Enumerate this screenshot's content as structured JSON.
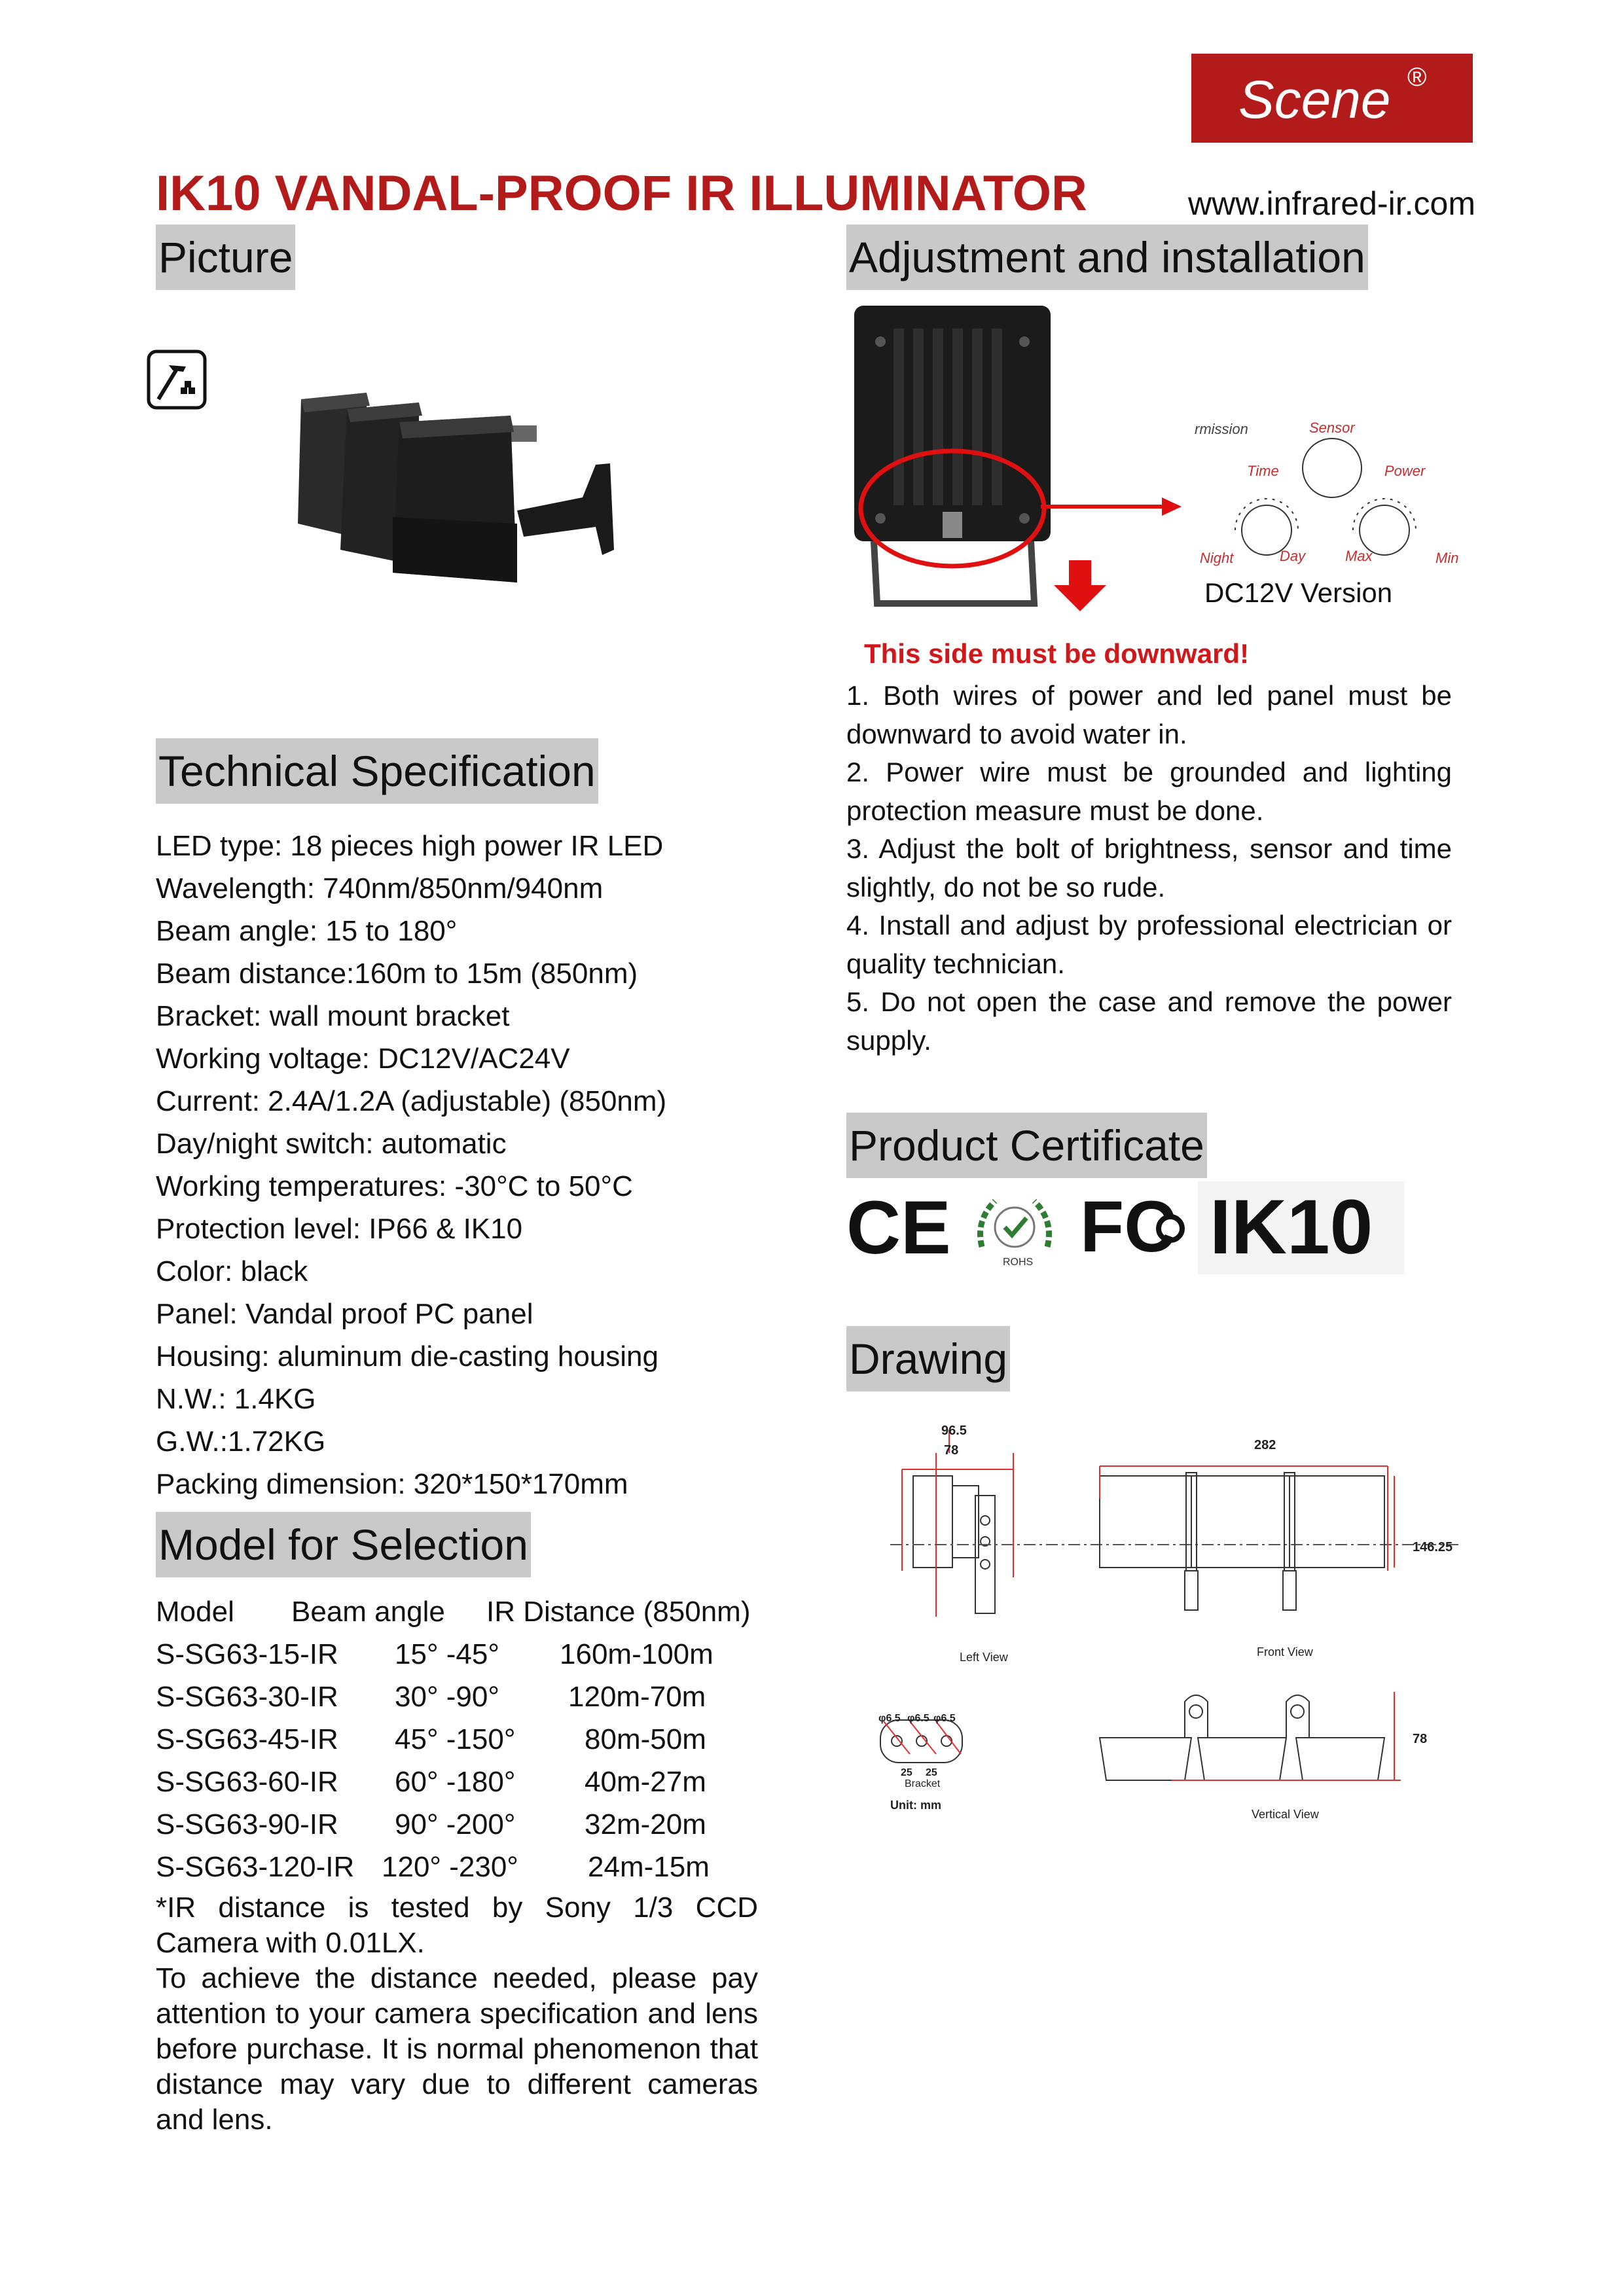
{
  "brand": {
    "name": "Scene",
    "registered": "®"
  },
  "header": {
    "title": "IK10 VANDAL-PROOF IR ILLUMINATOR",
    "website": "www.infrared-ir.com"
  },
  "sections": {
    "picture": "Picture",
    "adjustment": "Adjustment and installation",
    "tech_spec": "Technical Specification",
    "model_selection": "Model for Selection",
    "certificate": "Product Certificate",
    "drawing": "Drawing"
  },
  "adjustment": {
    "control_labels": {
      "permission": "rmission",
      "sensor": "Sensor",
      "time": "Time",
      "power": "Power",
      "night": "Night",
      "day": "Day",
      "max": "Max",
      "min": "Min"
    },
    "version": "DC12V Version",
    "warning": "This side must be downward!",
    "steps": [
      "1.  Both wires of power and led panel must be downward to avoid water in.",
      "2.  Power wire must be grounded and lighting protection measure must be done.",
      "3.  Adjust the bolt of brightness, sensor and time slightly, do not be so rude.",
      "4.  Install and adjust by professional electrician or quality technician.",
      "5.  Do not open the case and remove the power supply."
    ]
  },
  "specs": [
    "LED type: 18 pieces high power IR LED",
    "Wavelength: 740nm/850nm/940nm",
    "Beam angle: 15 to 180°",
    "Beam distance:160m to 15m (850nm)",
    "Bracket: wall mount bracket",
    "Working voltage: DC12V/AC24V",
    "Current: 2.4A/1.2A (adjustable) (850nm)",
    "Day/night switch: automatic",
    "Working temperatures: -30°C to 50°C",
    "Protection level: IP66 & IK10",
    "Color: black",
    "Panel: Vandal proof PC panel",
    "Housing: aluminum die-casting housing",
    "N.W.: 1.4KG",
    "G.W.:1.72KG",
    "Packing dimension: 320*150*170mm"
  ],
  "models": {
    "headers": [
      "Model",
      "Beam angle",
      "IR Distance (850nm)"
    ],
    "rows": [
      [
        "S-SG63-15-IR",
        "15° -45°",
        "160m-100m"
      ],
      [
        "S-SG63-30-IR",
        "30° -90°",
        "120m-70m"
      ],
      [
        "S-SG63-45-IR",
        "45° -150°",
        "80m-50m"
      ],
      [
        "S-SG63-60-IR",
        "60° -180°",
        "40m-27m"
      ],
      [
        "S-SG63-90-IR",
        "90° -200°",
        "32m-20m"
      ],
      [
        "S-SG63-120-IR",
        "120° -230°",
        "24m-15m"
      ]
    ],
    "note": "*IR distance is tested by Sony 1/3 CCD Camera with 0.01LX.",
    "note2": "To achieve the distance needed, please pay attention to your camera specification and lens before purchase. It is normal phenomenon that distance may vary due to different cameras and lens."
  },
  "certificates": {
    "ce": "CE",
    "rohs": "ROHS",
    "fcc": "FC",
    "ik": "IK10"
  },
  "drawing": {
    "dims": {
      "d96": "96.5",
      "d78": "78",
      "d282": "282",
      "d146": "146.25",
      "d78b": "78",
      "phi1": "φ6.5",
      "phi2": "φ6.5",
      "phi3": "φ6.5",
      "d25a": "25",
      "d25b": "25"
    },
    "labels": {
      "left": "Left View",
      "front": "Front View",
      "bracket": "Bracket",
      "unit": "Unit: mm",
      "vertical": "Vertical View"
    }
  }
}
